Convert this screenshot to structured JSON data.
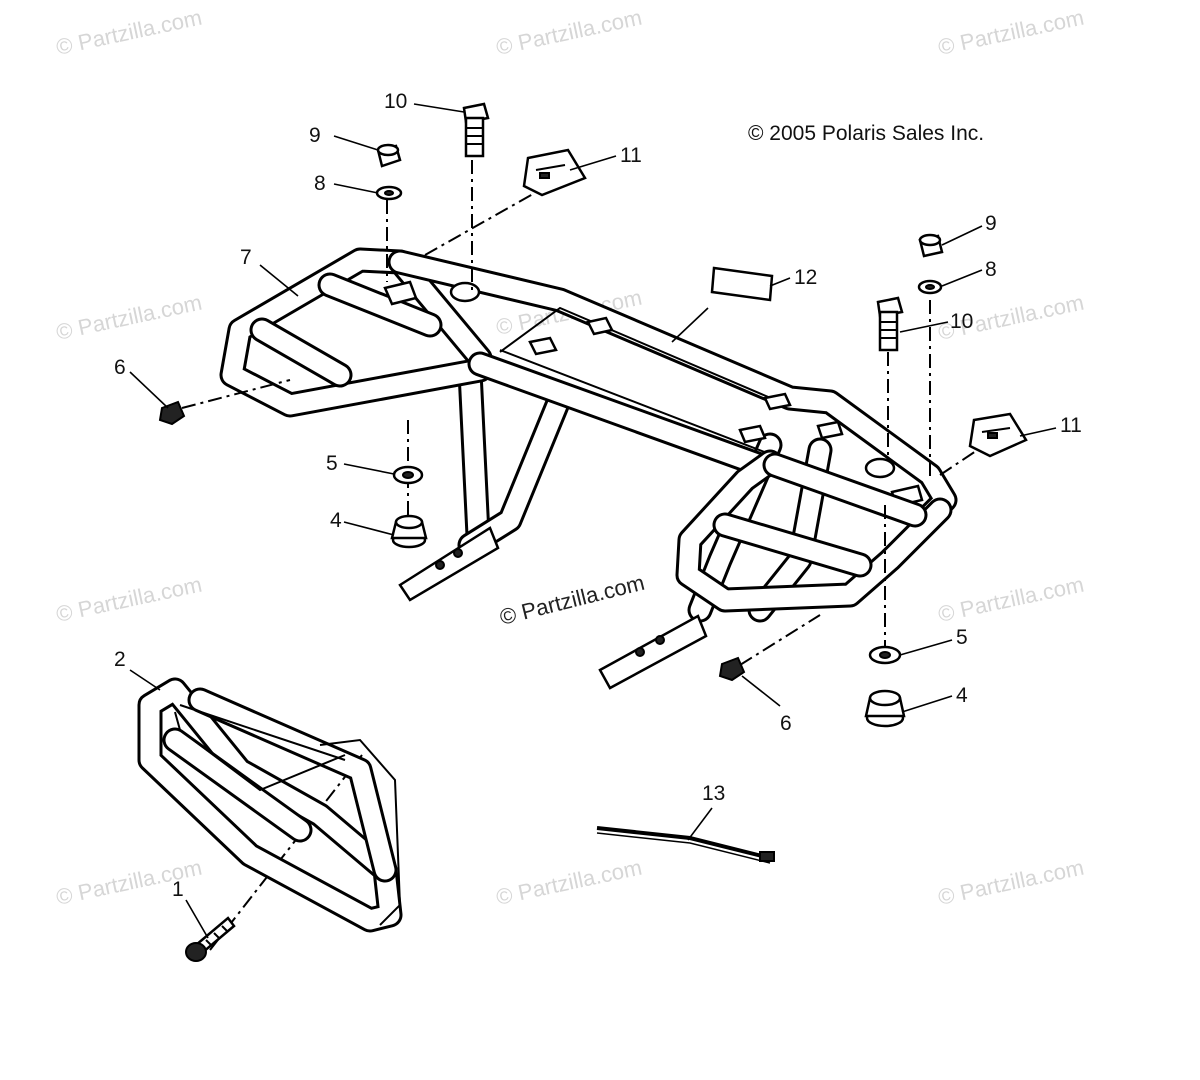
{
  "copyright": "© 2005 Polaris Sales Inc.",
  "watermark_text": "© Partzilla.com",
  "callouts": {
    "c1": "1",
    "c2": "2",
    "c4a": "4",
    "c4b": "4",
    "c5a": "5",
    "c5b": "5",
    "c6a": "6",
    "c6b": "6",
    "c7": "7",
    "c8a": "8",
    "c8b": "8",
    "c9a": "9",
    "c9b": "9",
    "c10a": "10",
    "c10b": "10",
    "c11a": "11",
    "c11b": "11",
    "c12": "12",
    "c13": "13"
  },
  "colors": {
    "line": "#000000",
    "watermark": "#d6d6d6",
    "background": "#ffffff"
  }
}
